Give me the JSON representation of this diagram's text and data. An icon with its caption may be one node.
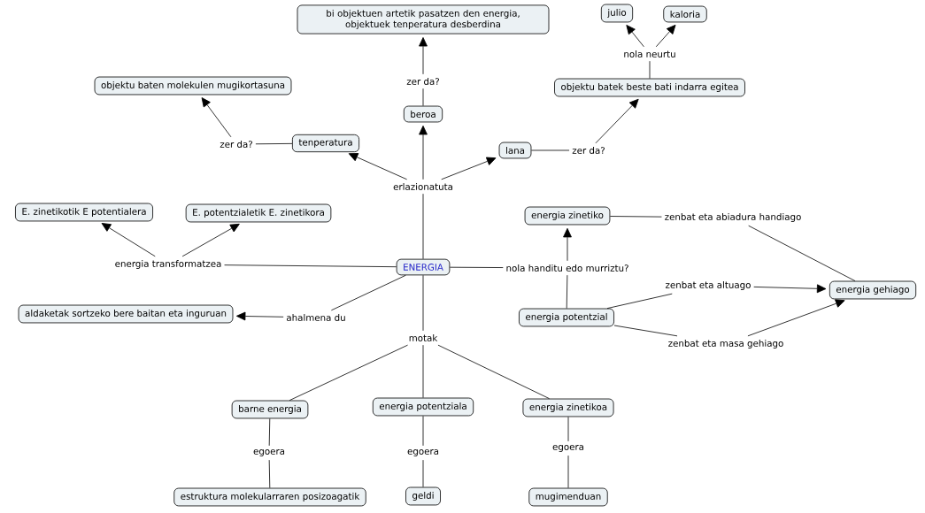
{
  "diagram": {
    "nodes": [
      {
        "text": [
          "bi objektuen artetik pasatzen den energia, objektuek tenperatura desberdina"
        ]
      },
      {
        "text": [
          "julio"
        ]
      },
      {
        "text": [
          "kaloria"
        ]
      },
      {
        "text": [
          "nola neurtu"
        ]
      },
      {
        "text": [
          "objektu batek beste bati indarra egitea"
        ]
      },
      {
        "text": [
          "objektu baten molekulen mugikortasuna"
        ]
      },
      {
        "text": [
          "zer da?"
        ]
      },
      {
        "text": [
          "beroa"
        ]
      },
      {
        "text": [
          "zer da?"
        ]
      },
      {
        "text": [
          "tenperatura"
        ]
      },
      {
        "text": [
          "lana"
        ]
      },
      {
        "text": [
          "zer da?"
        ]
      },
      {
        "text": [
          "erlazionatuta"
        ]
      },
      {
        "text": [
          "E. zinetikotik E potentialera"
        ]
      },
      {
        "text": [
          "E. potentzialetik E. zinetikora"
        ]
      },
      {
        "text": [
          "energia zinetiko"
        ]
      },
      {
        "text": [
          "zenbat eta abiadura handiago"
        ]
      },
      {
        "text": [
          "energia transformatzea"
        ]
      },
      {
        "text": [
          "ENERGIA"
        ]
      },
      {
        "text": [
          "nola handitu edo murriztu?"
        ]
      },
      {
        "text": [
          "zenbat eta altuago"
        ]
      },
      {
        "text": [
          "energia gehiago"
        ]
      },
      {
        "text": [
          "aldaketak sortzeko bere baitan eta inguruan"
        ]
      },
      {
        "text": [
          "ahalmena du"
        ]
      },
      {
        "text": [
          "energia potentzial"
        ]
      },
      {
        "text": [
          "zenbat eta masa gehiago"
        ]
      },
      {
        "text": [
          "motak"
        ]
      },
      {
        "text": [
          "barne energia"
        ]
      },
      {
        "text": [
          "energia potentziala"
        ]
      },
      {
        "text": [
          "energia zinetikoa"
        ]
      },
      {
        "text": [
          "egoera"
        ]
      },
      {
        "text": [
          "egoera"
        ]
      },
      {
        "text": [
          "egoera"
        ]
      },
      {
        "text": [
          "estruktura molekularraren posizoagatik"
        ]
      },
      {
        "text": [
          "geldi"
        ]
      },
      {
        "text": [
          "mugimenduan"
        ]
      }
    ],
    "edges": [
      {
        "from": 18,
        "to": 12,
        "arrow": "none"
      },
      {
        "from": 12,
        "to": 9,
        "arrow": "to"
      },
      {
        "from": 12,
        "to": 7,
        "arrow": "to"
      },
      {
        "from": 12,
        "to": 10,
        "arrow": "to"
      },
      {
        "from": 9,
        "to": 8,
        "arrow": "none"
      },
      {
        "from": 8,
        "to": 5,
        "arrow": "to"
      },
      {
        "from": 7,
        "to": 6,
        "arrow": "none"
      },
      {
        "from": 6,
        "to": 0,
        "arrow": "to"
      },
      {
        "from": 10,
        "to": 11,
        "arrow": "none"
      },
      {
        "from": 11,
        "to": 4,
        "arrow": "to"
      },
      {
        "from": 4,
        "to": 3,
        "arrow": "none"
      },
      {
        "from": 3,
        "to": 1,
        "arrow": "to"
      },
      {
        "from": 3,
        "to": 2,
        "arrow": "to"
      },
      {
        "from": 18,
        "to": 17,
        "arrow": "none"
      },
      {
        "from": 17,
        "to": 13,
        "arrow": "to"
      },
      {
        "from": 17,
        "to": 14,
        "arrow": "to"
      },
      {
        "from": 18,
        "to": 23,
        "arrow": "none"
      },
      {
        "from": 23,
        "to": 22,
        "arrow": "to"
      },
      {
        "from": 18,
        "to": 26,
        "arrow": "none"
      },
      {
        "from": 26,
        "to": 27,
        "arrow": "none"
      },
      {
        "from": 26,
        "to": 28,
        "arrow": "none"
      },
      {
        "from": 26,
        "to": 29,
        "arrow": "none"
      },
      {
        "from": 27,
        "to": 30,
        "arrow": "none"
      },
      {
        "from": 30,
        "to": 33,
        "arrow": "none"
      },
      {
        "from": 28,
        "to": 31,
        "arrow": "none"
      },
      {
        "from": 31,
        "to": 34,
        "arrow": "none"
      },
      {
        "from": 29,
        "to": 32,
        "arrow": "none"
      },
      {
        "from": 32,
        "to": 35,
        "arrow": "none"
      },
      {
        "from": 18,
        "to": 19,
        "arrow": "none"
      },
      {
        "from": 24,
        "to": 19,
        "arrow": "none"
      },
      {
        "from": 19,
        "to": 15,
        "arrow": "to"
      },
      {
        "from": 15,
        "to": 16,
        "arrow": "none"
      },
      {
        "from": 16,
        "to": 21,
        "arrow": "none"
      },
      {
        "from": 24,
        "to": 20,
        "arrow": "none"
      },
      {
        "from": 20,
        "to": 21,
        "arrow": "to"
      },
      {
        "from": 24,
        "to": 25,
        "arrow": "none"
      },
      {
        "from": 25,
        "to": 21,
        "arrow": "to"
      }
    ]
  }
}
